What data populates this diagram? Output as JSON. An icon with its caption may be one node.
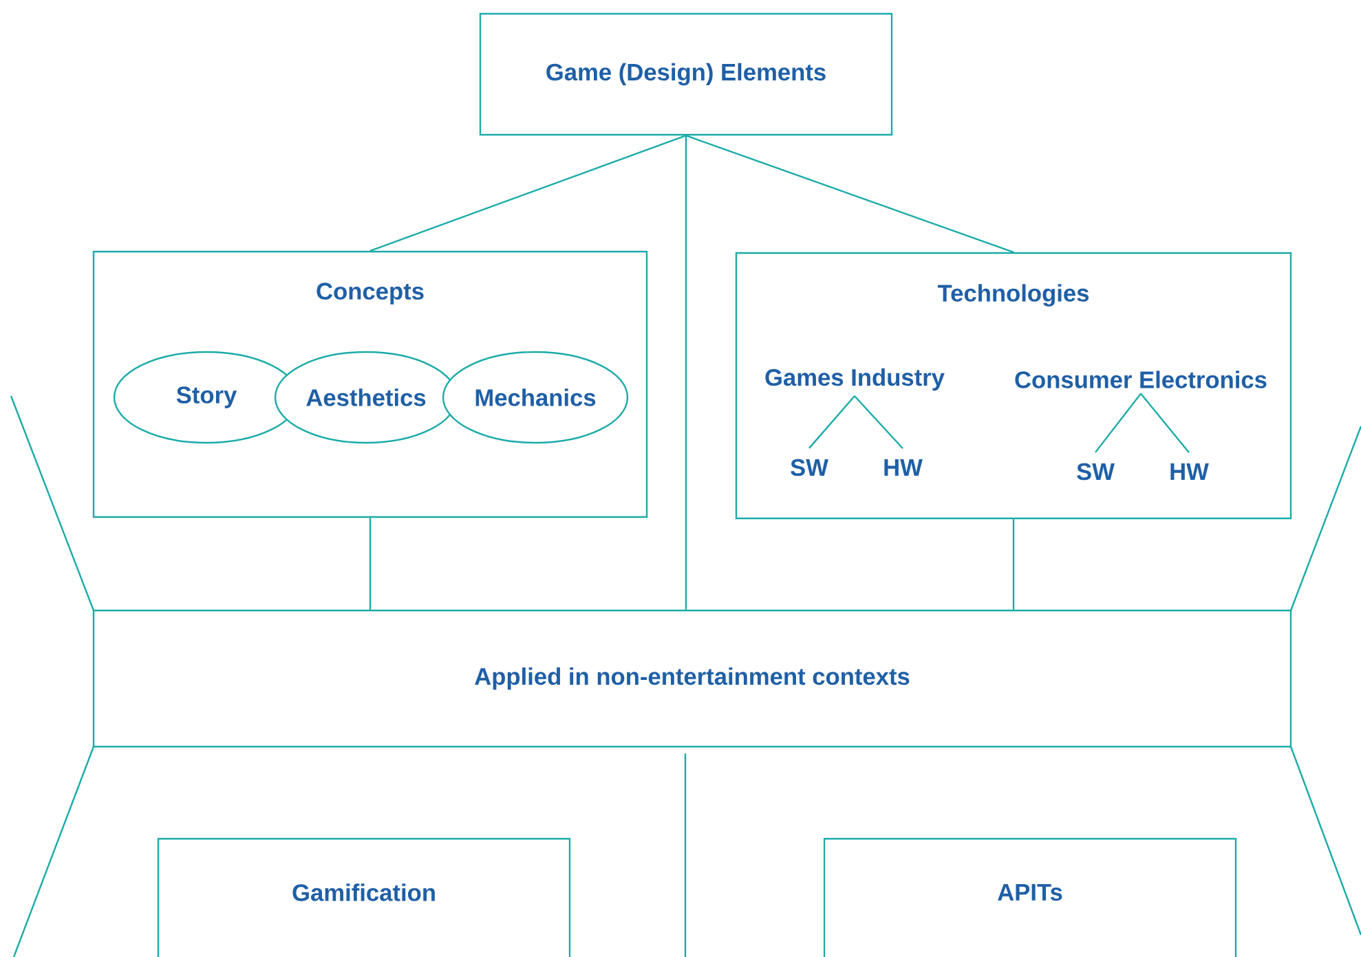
{
  "diagram": {
    "nodes": [
      {
        "text": [
          "Game (Design) Elements"
        ]
      },
      {
        "text": [
          "Concepts"
        ]
      },
      {
        "text": [
          "Story"
        ],
        "in": 1
      },
      {
        "text": [
          "Aesthetics"
        ],
        "in": 1
      },
      {
        "text": [
          "Mechanics"
        ],
        "in": 1
      },
      {
        "text": [
          "Technologies"
        ]
      },
      {
        "text": [
          "Games Industry"
        ],
        "in": 5
      },
      {
        "text": [
          "SW"
        ],
        "in": 5
      },
      {
        "text": [
          "HW"
        ],
        "in": 5
      },
      {
        "text": [
          "Consumer Electronics"
        ],
        "in": 5
      },
      {
        "text": [
          "SW"
        ],
        "in": 5
      },
      {
        "text": [
          "HW"
        ],
        "in": 5
      },
      {
        "text": [
          "Applied in non-entertainment contexts"
        ]
      },
      {
        "text": [
          "Gamification"
        ]
      },
      {
        "text": [
          "APITs"
        ]
      }
    ],
    "edges": [
      {
        "from": 0,
        "to": 1,
        "arrow": "none"
      },
      {
        "from": 0,
        "to": 5,
        "arrow": "none"
      },
      {
        "from": 0,
        "to": 12,
        "arrow": "none"
      },
      {
        "from": 1,
        "to": 12,
        "arrow": "none"
      },
      {
        "from": 5,
        "to": 12,
        "arrow": "none"
      },
      {
        "from": 6,
        "to": 7,
        "arrow": "none"
      },
      {
        "from": 6,
        "to": 8,
        "arrow": "none"
      },
      {
        "from": 9,
        "to": 10,
        "arrow": "none"
      },
      {
        "from": 9,
        "to": 11,
        "arrow": "none"
      }
    ]
  }
}
